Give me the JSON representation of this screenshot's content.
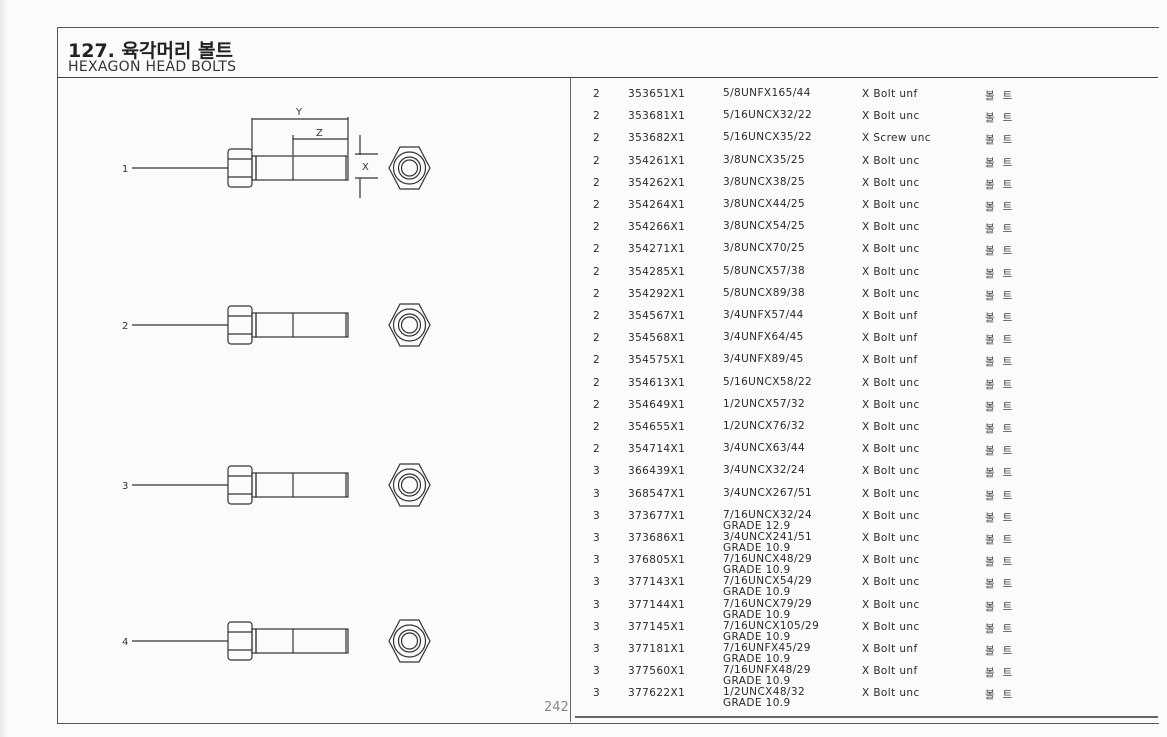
{
  "header": {
    "title_kr": "127. 육각머리 볼트",
    "title_en": "HEXAGON HEAD BOLTS"
  },
  "page_number": "242",
  "diagram": {
    "dimension_labels": [
      "Y",
      "Z",
      "X"
    ],
    "callouts": [
      "1",
      "2",
      "3",
      "4"
    ]
  },
  "parts": [
    {
      "qty": "2",
      "part": "353651X1",
      "spec": "5/8UNFX165/44",
      "grade": "",
      "desc": "X Bolt unf",
      "kr": "볼트"
    },
    {
      "qty": "2",
      "part": "353681X1",
      "spec": "5/16UNCX32/22",
      "grade": "",
      "desc": "X Bolt unc",
      "kr": "볼트"
    },
    {
      "qty": "2",
      "part": "353682X1",
      "spec": "5/16UNCX35/22",
      "grade": "",
      "desc": "X Screw unc",
      "kr": "볼트"
    },
    {
      "qty": "2",
      "part": "354261X1",
      "spec": "3/8UNCX35/25",
      "grade": "",
      "desc": "X Bolt unc",
      "kr": "볼트"
    },
    {
      "qty": "2",
      "part": "354262X1",
      "spec": "3/8UNCX38/25",
      "grade": "",
      "desc": "X Bolt unc",
      "kr": "볼트"
    },
    {
      "qty": "2",
      "part": "354264X1",
      "spec": "3/8UNCX44/25",
      "grade": "",
      "desc": "X Bolt unc",
      "kr": "볼트"
    },
    {
      "qty": "2",
      "part": "354266X1",
      "spec": "3/8UNCX54/25",
      "grade": "",
      "desc": "X Bolt unc",
      "kr": "볼트"
    },
    {
      "qty": "2",
      "part": "354271X1",
      "spec": "3/8UNCX70/25",
      "grade": "",
      "desc": "X Bolt unc",
      "kr": "볼트"
    },
    {
      "qty": "2",
      "part": "354285X1",
      "spec": "5/8UNCX57/38",
      "grade": "",
      "desc": "X Bolt unc",
      "kr": "볼트"
    },
    {
      "qty": "2",
      "part": "354292X1",
      "spec": "5/8UNCX89/38",
      "grade": "",
      "desc": "X Bolt unc",
      "kr": "볼트"
    },
    {
      "qty": "2",
      "part": "354567X1",
      "spec": "3/4UNFX57/44",
      "grade": "",
      "desc": "X Bolt unf",
      "kr": "볼트"
    },
    {
      "qty": "2",
      "part": "354568X1",
      "spec": "3/4UNFX64/45",
      "grade": "",
      "desc": "X Bolt unf",
      "kr": "볼트"
    },
    {
      "qty": "2",
      "part": "354575X1",
      "spec": "3/4UNFX89/45",
      "grade": "",
      "desc": "X Bolt unf",
      "kr": "볼트"
    },
    {
      "qty": "2",
      "part": "354613X1",
      "spec": "5/16UNCX58/22",
      "grade": "",
      "desc": "X Bolt unc",
      "kr": "볼트"
    },
    {
      "qty": "2",
      "part": "354649X1",
      "spec": "1/2UNCX57/32",
      "grade": "",
      "desc": "X Bolt unc",
      "kr": "볼트"
    },
    {
      "qty": "2",
      "part": "354655X1",
      "spec": "1/2UNCX76/32",
      "grade": "",
      "desc": "X Bolt unc",
      "kr": "볼트"
    },
    {
      "qty": "2",
      "part": "354714X1",
      "spec": "3/4UNCX63/44",
      "grade": "",
      "desc": "X Bolt unc",
      "kr": "볼트"
    },
    {
      "qty": "3",
      "part": "366439X1",
      "spec": "3/4UNCX32/24",
      "grade": "",
      "desc": "X Bolt unc",
      "kr": "볼트"
    },
    {
      "qty": "3",
      "part": "368547X1",
      "spec": "3/4UNCX267/51",
      "grade": "",
      "desc": "X Bolt unc",
      "kr": "볼트"
    },
    {
      "qty": "3",
      "part": "373677X1",
      "spec": "7/16UNCX32/24",
      "grade": "GRADE 12.9",
      "desc": "X Bolt unc",
      "kr": "볼트"
    },
    {
      "qty": "3",
      "part": "373686X1",
      "spec": "3/4UNCX241/51",
      "grade": "GRADE 10.9",
      "desc": "X Bolt unc",
      "kr": "볼트"
    },
    {
      "qty": "3",
      "part": "376805X1",
      "spec": "7/16UNCX48/29",
      "grade": "GRADE 10.9",
      "desc": "X Bolt unc",
      "kr": "볼트"
    },
    {
      "qty": "3",
      "part": "377143X1",
      "spec": "7/16UNCX54/29",
      "grade": "GRADE 10.9",
      "desc": "X Bolt unc",
      "kr": "볼트"
    },
    {
      "qty": "3",
      "part": "377144X1",
      "spec": "7/16UNCX79/29",
      "grade": "GRADE 10.9",
      "desc": "X Bolt unc",
      "kr": "볼트"
    },
    {
      "qty": "3",
      "part": "377145X1",
      "spec": "7/16UNCX105/29",
      "grade": "GRADE 10.9",
      "desc": "X Bolt unc",
      "kr": "볼트"
    },
    {
      "qty": "3",
      "part": "377181X1",
      "spec": "7/16UNFX45/29",
      "grade": "GRADE 10.9",
      "desc": "X Bolt unf",
      "kr": "볼트"
    },
    {
      "qty": "3",
      "part": "377560X1",
      "spec": "7/16UNFX48/29",
      "grade": "GRADE 10.9",
      "desc": "X Bolt unf",
      "kr": "볼트"
    },
    {
      "qty": "3",
      "part": "377622X1",
      "spec": "1/2UNCX48/32",
      "grade": "GRADE 10.9",
      "desc": "X Bolt unc",
      "kr": "볼트"
    }
  ]
}
